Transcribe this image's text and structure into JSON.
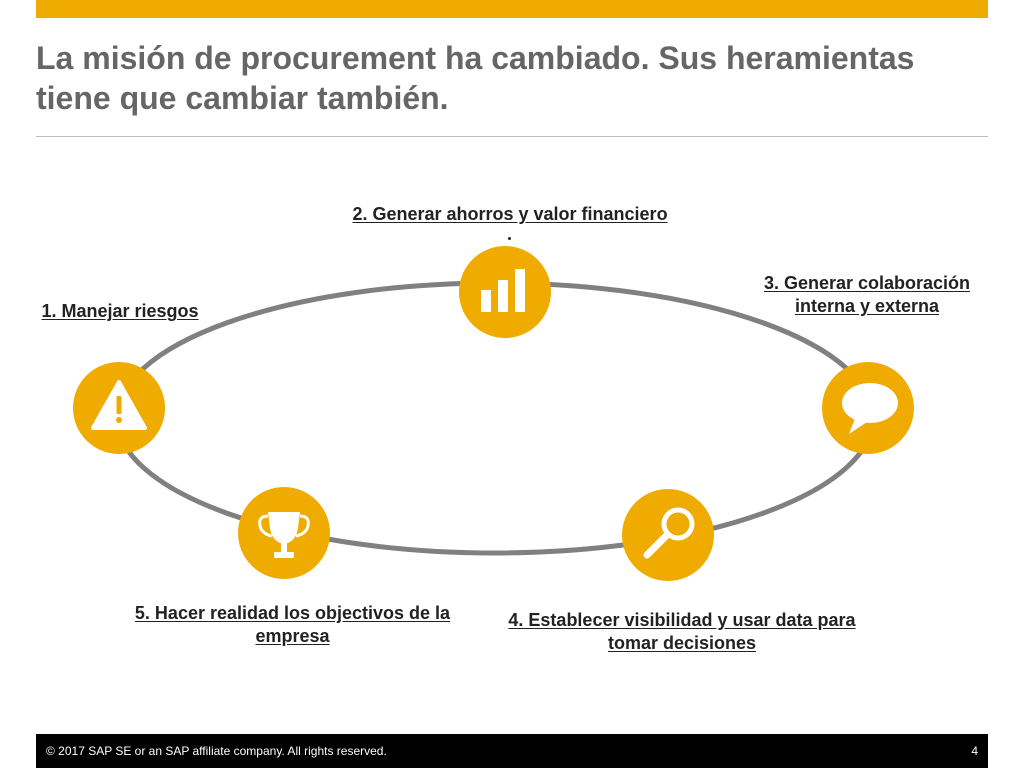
{
  "colors": {
    "accent": "#f0ab00",
    "title": "#666666",
    "ring": "#808080",
    "label": "#222222",
    "footer_bg": "#000000",
    "footer_text": "#ffffff"
  },
  "slide": {
    "title": "La misión de procurement ha cambiado. Sus heramientas tiene que cambiar también."
  },
  "steps": [
    {
      "label": "1. Manejar riesgos",
      "icon": "warning-icon"
    },
    {
      "label": "2. Generar ahorros y valor financiero",
      "icon": "bar-chart-icon"
    },
    {
      "label": "3. Generar colaboración interna y externa",
      "icon": "speech-bubble-icon"
    },
    {
      "label": "4. Establecer visibilidad y usar data para tomar decisiones",
      "icon": "magnifier-icon"
    },
    {
      "label": "5. Hacer realidad los objectivos de la empresa",
      "icon": "trophy-icon"
    }
  ],
  "footer": {
    "copyright": "© 2017 SAP SE or an SAP affiliate company. All rights reserved.",
    "page_number": "4"
  }
}
